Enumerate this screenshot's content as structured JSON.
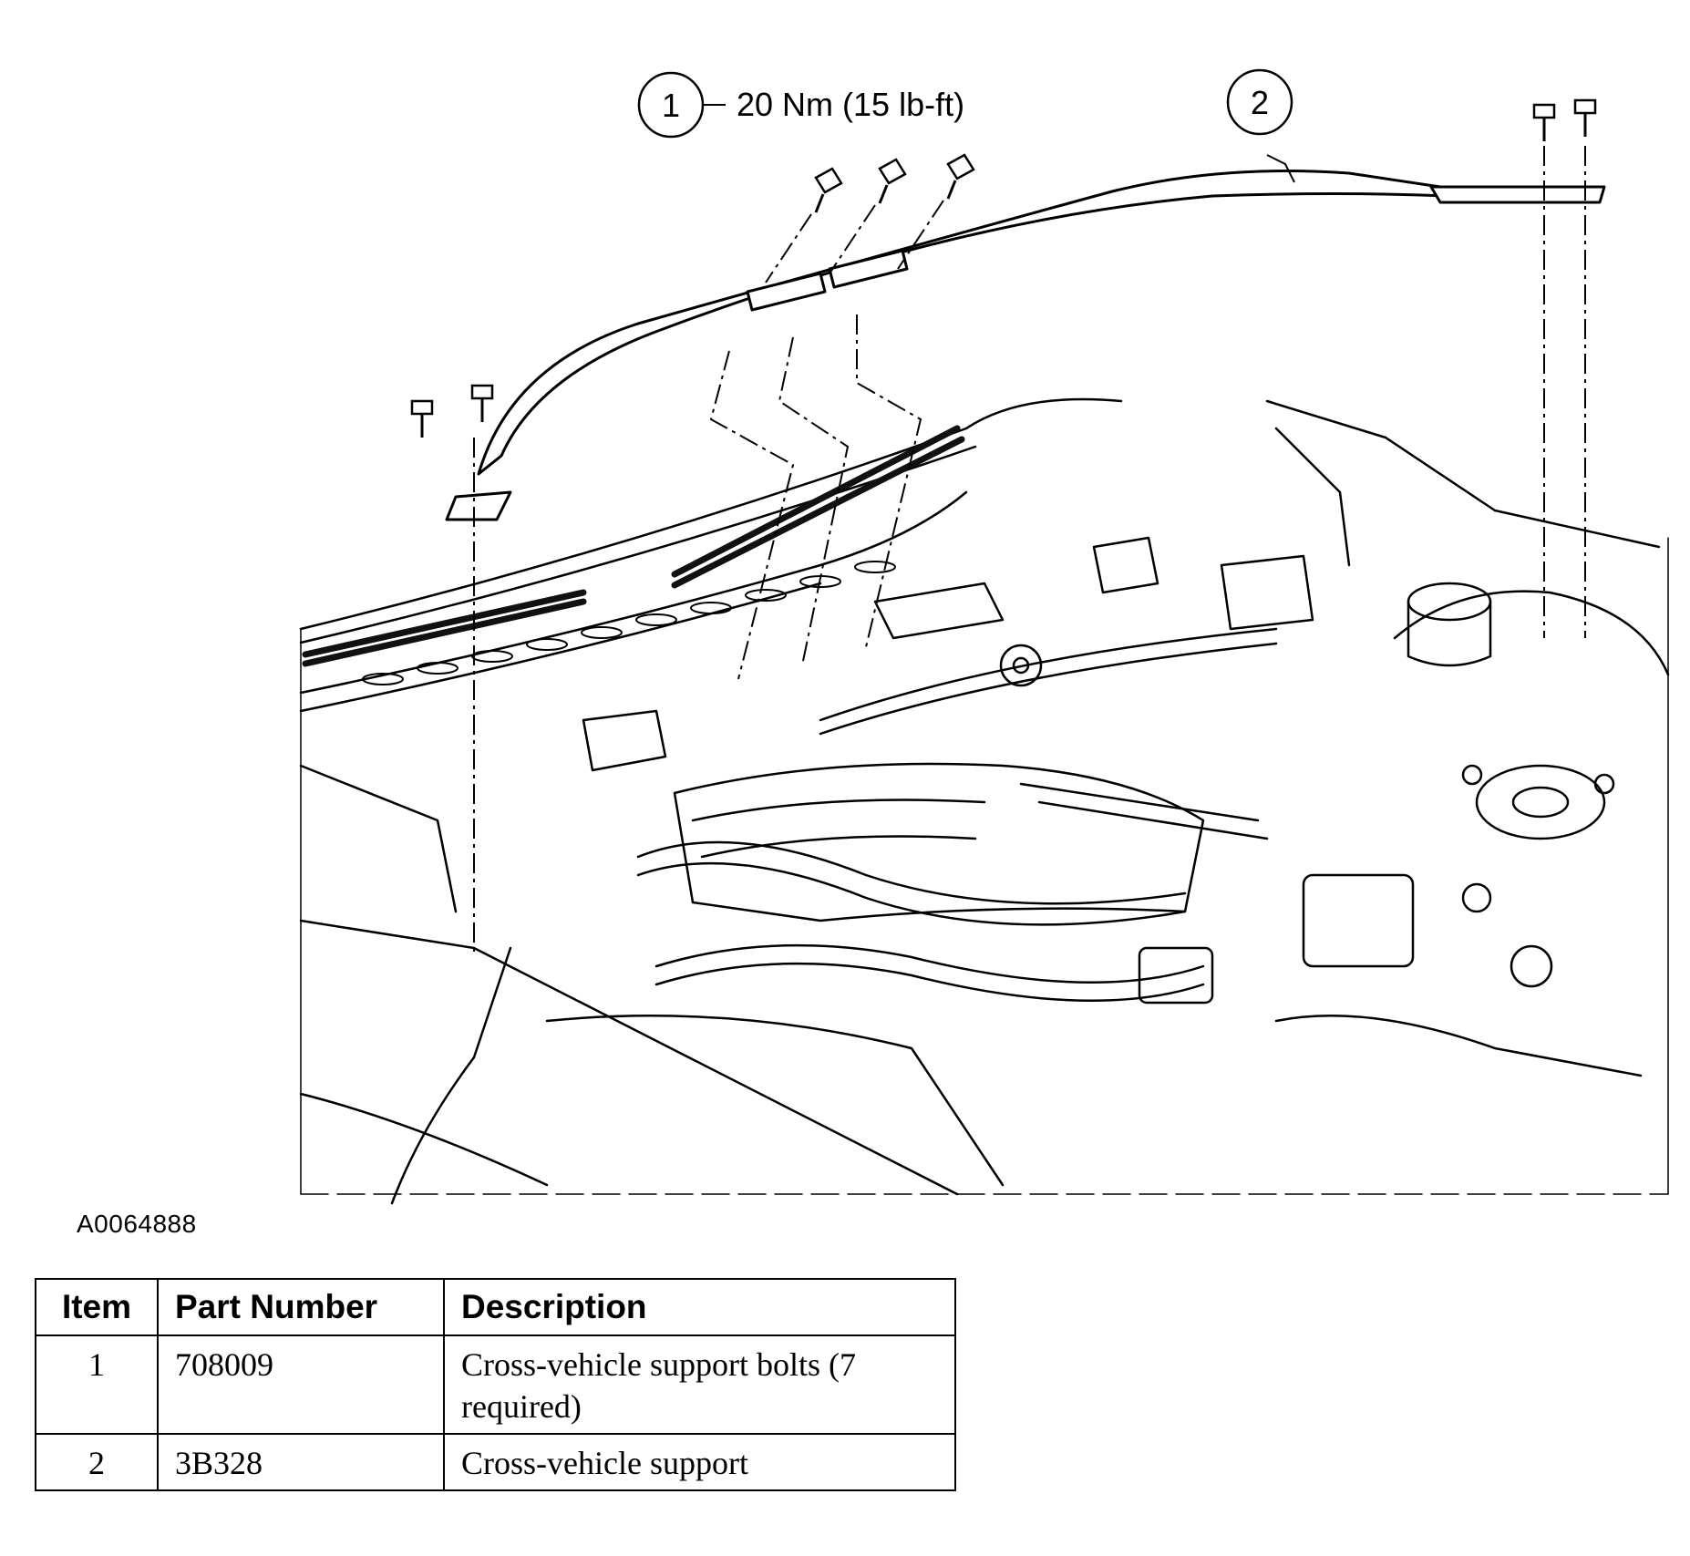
{
  "diagram": {
    "callouts": [
      {
        "number": "1",
        "spec": "20 Nm (15 lb-ft)"
      },
      {
        "number": "2",
        "spec": ""
      }
    ],
    "figure_id": "A0064888"
  },
  "table": {
    "headers": {
      "item": "Item",
      "part_number": "Part Number",
      "description": "Description"
    },
    "rows": [
      {
        "item": "1",
        "part_number": "708009",
        "description": "Cross-vehicle support bolts (7 required)"
      },
      {
        "item": "2",
        "part_number": "3B328",
        "description": "Cross-vehicle support"
      }
    ]
  }
}
